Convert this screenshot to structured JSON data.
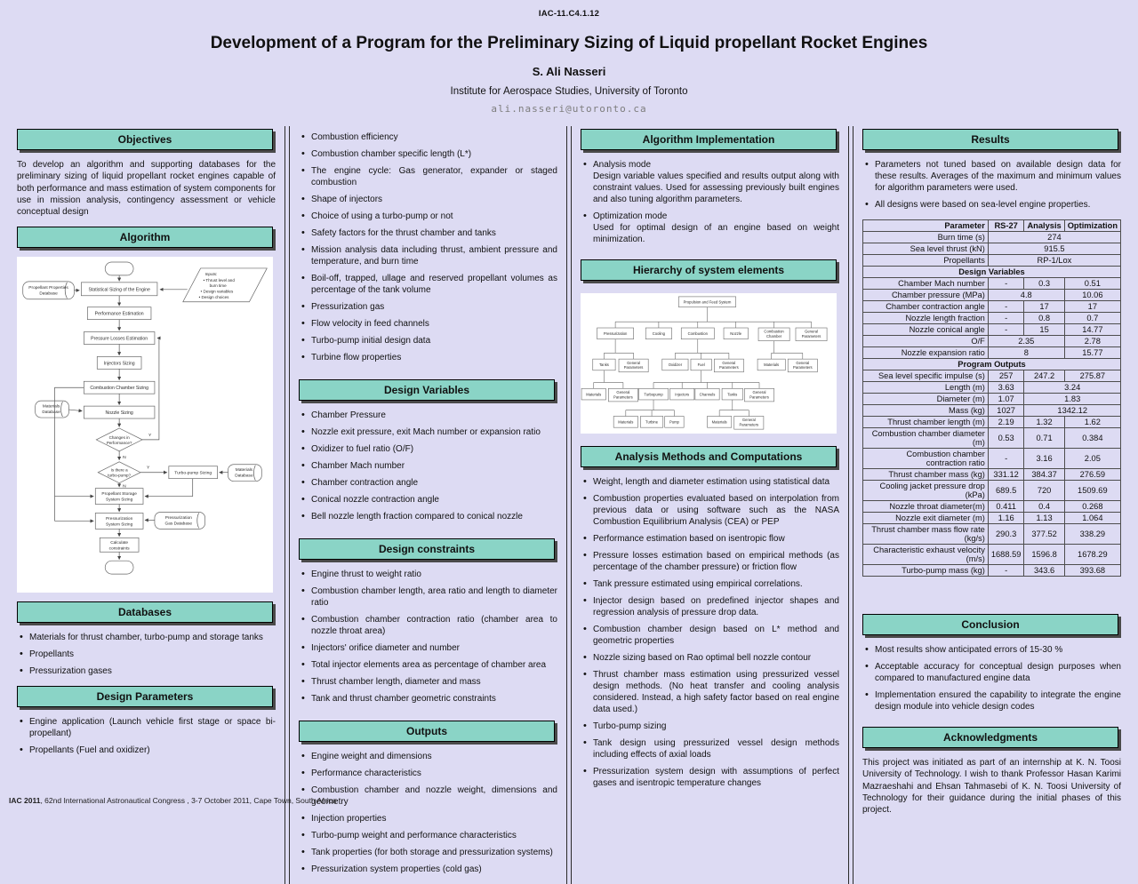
{
  "header": {
    "paper_code": "IAC-11.C4.1.12",
    "title": "Development of a Program for the Preliminary Sizing of Liquid propellant Rocket Engines",
    "author": "S. Ali Nasseri",
    "affiliation": "Institute for Aerospace Studies, University of Toronto",
    "email": "ali.nasseri@utoronto.ca"
  },
  "sections": {
    "objectives": {
      "title": "Objectives",
      "body": "To develop an algorithm and supporting databases for the preliminary sizing of liquid propellant rocket engines capable of both performance and mass estimation of system components for use in mission analysis, contingency assessment or vehicle conceptual design"
    },
    "algorithm": {
      "title": "Algorithm"
    },
    "databases": {
      "title": "Databases",
      "items": [
        "Materials for thrust chamber, turbo-pump and storage tanks",
        "Propellants",
        "Pressurization gases"
      ]
    },
    "design_parameters": {
      "title": "Design Parameters",
      "items": [
        "Engine application (Launch vehicle first stage or space bi-propellant)",
        "Propellants (Fuel and oxidizer)"
      ],
      "items_continued": [
        "Combustion efficiency",
        "Combustion chamber specific length (L*)",
        "The engine cycle: Gas generator, expander or staged combustion",
        "Shape of injectors",
        "Choice of using a turbo-pump or not",
        "Safety factors for the thrust chamber and tanks",
        "Mission analysis data including thrust, ambient pressure and temperature, and burn time",
        "Boil-off, trapped, ullage and reserved propellant volumes as percentage of the tank volume",
        "Pressurization gas",
        "Flow velocity in feed channels",
        "Turbo-pump initial design data",
        "Turbine flow properties"
      ]
    },
    "design_variables": {
      "title": "Design Variables",
      "items": [
        "Chamber Pressure",
        "Nozzle exit pressure, exit Mach number or expansion ratio",
        "Oxidizer to fuel ratio (O/F)",
        "Chamber Mach number",
        "Chamber contraction angle",
        "Conical nozzle contraction angle",
        "Bell nozzle length fraction compared to conical nozzle"
      ]
    },
    "design_constraints": {
      "title": "Design constraints",
      "items": [
        "Engine thrust to weight ratio",
        "Combustion chamber length, area ratio and length to diameter ratio",
        "Combustion chamber contraction ratio (chamber area to nozzle throat area)",
        "Injectors' orifice diameter and number",
        "Total injector elements area as percentage of chamber area",
        "Thrust chamber length, diameter and mass",
        "Tank and thrust chamber geometric constraints"
      ]
    },
    "outputs": {
      "title": "Outputs",
      "items": [
        "Engine weight and dimensions",
        "Performance characteristics",
        "Combustion chamber and nozzle weight, dimensions and geometry",
        "Injection properties",
        "Turbo-pump weight and performance characteristics",
        "Tank properties (for both storage and pressurization systems)",
        "Pressurization system properties (cold gas)"
      ]
    },
    "algorithm_implementation": {
      "title": "Algorithm Implementation",
      "items": [
        {
          "label": "Analysis mode",
          "desc": "Design variable values specified and results output along with constraint values.  Used for assessing previously built engines and also tuning algorithm parameters."
        },
        {
          "label": "Optimization mode",
          "desc": "Used for optimal design of an engine based on weight minimization."
        }
      ]
    },
    "hierarchy": {
      "title": "Hierarchy of system elements"
    },
    "analysis_methods": {
      "title": "Analysis Methods and Computations",
      "items": [
        "Weight, length and diameter estimation using statistical data",
        "Combustion properties evaluated based on interpolation from previous data or using software such as the NASA Combustion Equilibrium Analysis (CEA) or PEP",
        "Performance estimation based on isentropic flow",
        "Pressure losses estimation based on empirical methods (as percentage of the chamber pressure) or friction flow",
        "Tank pressure estimated using empirical correlations.",
        "Injector design based on predefined injector shapes and regression analysis of pressure drop data.",
        "Combustion chamber design based on L* method and geometric properties",
        "Nozzle sizing based on Rao optimal bell nozzle contour",
        "Thrust chamber mass estimation using pressurized vessel design methods. (No heat transfer and cooling analysis considered. Instead, a high safety factor based on real engine data used.)",
        "Turbo-pump sizing",
        "Tank design using pressurized vessel design methods including effects of axial loads",
        "Pressurization system design with assumptions of perfect gases and isentropic temperature changes"
      ]
    },
    "results": {
      "title": "Results",
      "items": [
        "Parameters not tuned based on available design data for these results. Averages of the maximum and minimum values for algorithm parameters were used.",
        "All designs were based on sea-level engine properties."
      ],
      "table": {
        "headers": [
          "Parameter",
          "RS-27",
          "Analysis",
          "Optimization"
        ],
        "rows": [
          {
            "label": "Burn time (s)",
            "cells": [
              {
                "v": "274",
                "cs": 3
              }
            ]
          },
          {
            "label": "Sea level thrust (kN)",
            "cells": [
              {
                "v": "915.5",
                "cs": 3
              }
            ]
          },
          {
            "label": "Propellants",
            "cells": [
              {
                "v": "RP-1/Lox",
                "cs": 3
              }
            ]
          },
          {
            "section": "Design Variables"
          },
          {
            "label": "Chamber Mach number",
            "cells": [
              {
                "v": "-"
              },
              {
                "v": "0.3"
              },
              {
                "v": "0.51"
              }
            ]
          },
          {
            "label": "Chamber pressure (MPa)",
            "cells": [
              {
                "v": "4.8",
                "cs": 2
              },
              {
                "v": "10.06"
              }
            ]
          },
          {
            "label": "Chamber contraction angle",
            "cells": [
              {
                "v": "-"
              },
              {
                "v": "17"
              },
              {
                "v": "17"
              }
            ]
          },
          {
            "label": "Nozzle length fraction",
            "cells": [
              {
                "v": "-"
              },
              {
                "v": "0.8"
              },
              {
                "v": "0.7"
              }
            ]
          },
          {
            "label": "Nozzle conical angle",
            "cells": [
              {
                "v": "-"
              },
              {
                "v": "15"
              },
              {
                "v": "14.77"
              }
            ]
          },
          {
            "label": "O/F",
            "cells": [
              {
                "v": "2.35",
                "cs": 2
              },
              {
                "v": "2.78"
              }
            ]
          },
          {
            "label": "Nozzle expansion ratio",
            "cells": [
              {
                "v": "8",
                "cs": 2
              },
              {
                "v": "15.77"
              }
            ]
          },
          {
            "section": "Program Outputs"
          },
          {
            "label": "Sea level specific impulse (s)",
            "cells": [
              {
                "v": "257"
              },
              {
                "v": "247.2"
              },
              {
                "v": "275.87"
              }
            ]
          },
          {
            "label": "Length (m)",
            "cells": [
              {
                "v": "3.63"
              },
              {
                "v": "3.24",
                "cs": 2
              }
            ]
          },
          {
            "label": "Diameter (m)",
            "cells": [
              {
                "v": "1.07"
              },
              {
                "v": "1.83",
                "cs": 2
              }
            ]
          },
          {
            "label": "Mass (kg)",
            "cells": [
              {
                "v": "1027"
              },
              {
                "v": "1342.12",
                "cs": 2
              }
            ]
          },
          {
            "label": "Thrust chamber length (m)",
            "cells": [
              {
                "v": "2.19"
              },
              {
                "v": "1.32"
              },
              {
                "v": "1.62"
              }
            ]
          },
          {
            "label": "Combustion chamber diameter (m)",
            "cells": [
              {
                "v": "0.53"
              },
              {
                "v": "0.71"
              },
              {
                "v": "0.384"
              }
            ]
          },
          {
            "label": "Combustion chamber contraction ratio",
            "cells": [
              {
                "v": "-"
              },
              {
                "v": "3.16"
              },
              {
                "v": "2.05"
              }
            ]
          },
          {
            "label": "Thrust chamber mass (kg)",
            "cells": [
              {
                "v": "331.12"
              },
              {
                "v": "384.37"
              },
              {
                "v": "276.59"
              }
            ]
          },
          {
            "label": "Cooling jacket pressure drop (kPa)",
            "cells": [
              {
                "v": "689.5"
              },
              {
                "v": "720"
              },
              {
                "v": "1509.69"
              }
            ]
          },
          {
            "label": "Nozzle throat diameter(m)",
            "cells": [
              {
                "v": "0.411"
              },
              {
                "v": "0.4"
              },
              {
                "v": "0.268"
              }
            ]
          },
          {
            "label": "Nozzle exit diameter (m)",
            "cells": [
              {
                "v": "1.16"
              },
              {
                "v": "1.13"
              },
              {
                "v": "1.064"
              }
            ]
          },
          {
            "label": "Thrust chamber mass flow rate (kg/s)",
            "cells": [
              {
                "v": "290.3"
              },
              {
                "v": "377.52"
              },
              {
                "v": "338.29"
              }
            ]
          },
          {
            "label": "Characteristic exhaust velocity (m/s)",
            "cells": [
              {
                "v": "1688.59"
              },
              {
                "v": "1596.8"
              },
              {
                "v": "1678.29"
              }
            ]
          },
          {
            "label": "Turbo-pump mass (kg)",
            "cells": [
              {
                "v": "-"
              },
              {
                "v": "343.6"
              },
              {
                "v": "393.68"
              }
            ]
          }
        ]
      }
    },
    "conclusion": {
      "title": "Conclusion",
      "items": [
        "Most results show anticipated errors of 15-30 %",
        "Acceptable accuracy for conceptual design purposes when compared to manufactured engine data",
        "Implementation ensured the capability to integrate the engine design module into vehicle design codes"
      ]
    },
    "acknowledgments": {
      "title": "Acknowledgments",
      "body": "This project was initiated as part of an internship at K. N. Toosi University of Technology. I wish to thank Professor Hasan Karimi Mazraeshahi and Ehsan Tahmasebi of K. N. Toosi University of Technology for their guidance during the initial phases of this project."
    }
  },
  "flowchart": {
    "propellant_db": [
      "Propellant Properties",
      "Database"
    ],
    "statistical": [
      "Statistical Sizing of the Engine"
    ],
    "inputs": [
      "Inputs:",
      "•  Thrust level and",
      "burn time",
      "•  Design variables",
      "•  Design choices"
    ],
    "performance": [
      "Performance Estimation"
    ],
    "pressure_losses": [
      "Pressure Losses Estimation"
    ],
    "injectors": [
      "Injectors Sizing"
    ],
    "combustion_chamber": [
      "Combustion Chamber Sizing"
    ],
    "materials_db_left": [
      "Materials",
      "Database"
    ],
    "nozzle": [
      "Nozzle Sizing"
    ],
    "changes": [
      "Changes in",
      "Performance?"
    ],
    "turbopump_q": [
      "Is there a",
      "turbo-pump?"
    ],
    "turbopump_sizing": [
      "Turbo-pump Sizing"
    ],
    "materials_db_right": [
      "Materials",
      "Database"
    ],
    "propellant_storage": [
      "Propellant Storage",
      "System Sizing"
    ],
    "pressurization_sizing": [
      "Pressurization",
      "System Sizing"
    ],
    "pressurization_gas_db": [
      "Pressurization",
      "Gas Database"
    ],
    "calculate": [
      "Calculate",
      "constraints"
    ],
    "yes": "Y",
    "no": "N"
  },
  "tree": {
    "nodes": [
      "Propulsion and Feed System",
      "Pressurization",
      "Cooling",
      "Combustion",
      "Nozzle",
      "Combustion|Chamber",
      "General|Parameters",
      "Tanks",
      "General|Parameters",
      "Oxidizer",
      "Fuel",
      "General|Parameters",
      "Materials",
      "General|Parameters",
      "Materials",
      "General|Parameters",
      "Turbopump",
      "Injectors",
      "Channels",
      "Tanks",
      "General|Parameters",
      "Materials",
      "Turbine",
      "Pump",
      "Materials",
      "General|Parameters"
    ]
  },
  "footer": {
    "bold": "IAC 2011",
    "text": ", 62nd International Astronautical Congress , 3-7 October 2011, Cape Town, South Africa"
  }
}
